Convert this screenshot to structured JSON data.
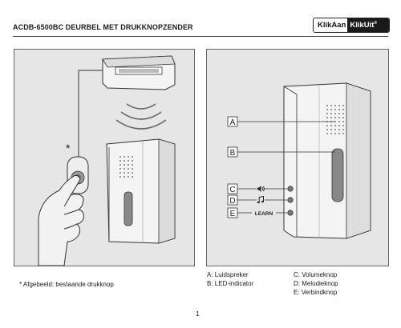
{
  "header": {
    "title": "ACDB-6500BC DEURBEL MET DRUKKNOPZENDER",
    "logo_part1": "KlikAan",
    "logo_part2": "KlikUit",
    "logo_reg": "®"
  },
  "left_panel": {
    "asterisk": "*",
    "footnote": "* Afgebeeld: bestaande drukknop"
  },
  "right_panel": {
    "labels": [
      "A",
      "B",
      "C",
      "D",
      "E"
    ],
    "learn_label": "LEARN",
    "icons": [
      "speaker-icon",
      "music-note-icon"
    ]
  },
  "legend": {
    "col1": [
      "A: Luidspreker",
      "B: LED-indicator"
    ],
    "col2": [
      "C: Volumeknop",
      "D: Melodieknop",
      "E: Verbindknop"
    ]
  },
  "page_number": "1",
  "colors": {
    "panel_bg": "#e6e6e6",
    "device_body": "#f4f4f4",
    "line": "#333333"
  }
}
